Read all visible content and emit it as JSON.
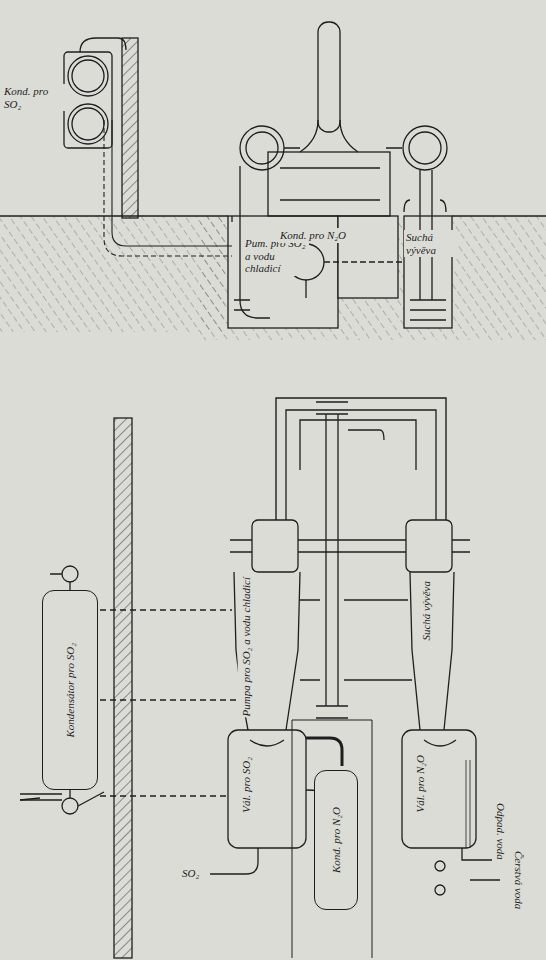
{
  "diagram": {
    "nodes": [
      {
        "text": [
          "Kondensátor pro SO₂"
        ]
      },
      {
        "text": [
          "Kond. pro N₂O"
        ]
      }
    ],
    "labels": [
      "Kond. pro SO₂",
      "Pum. pro SO₂ a vodu chladicí",
      "Kond. pro N₂O",
      "Suchá vývěva",
      "Pumpa pro SO₂ a vodu chladicí",
      "Suchá vývěva",
      "Vál. pro SO₂",
      "Vál. pro N₂O",
      "SO₂",
      "Odpad. voda",
      "Čerstvá voda"
    ]
  }
}
